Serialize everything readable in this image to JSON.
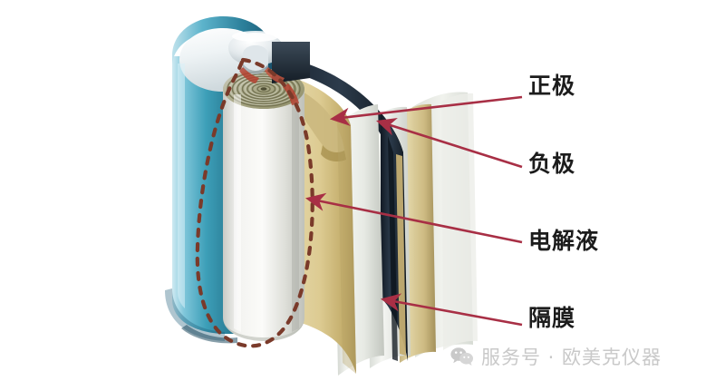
{
  "figure": {
    "kind": "cylindrical lithium-ion battery cutaway diagram",
    "background_color": "#ffffff"
  },
  "labels": [
    {
      "id": "cathode",
      "text": "正极",
      "pointer_target": "tan cathode foil layer"
    },
    {
      "id": "anode",
      "text": "负极",
      "pointer_target": "dark navy anode foil layer"
    },
    {
      "id": "electrolyte",
      "text": "电解液",
      "pointer_target": "dashed ellipse electrolyte region"
    },
    {
      "id": "separator",
      "text": "隔膜",
      "pointer_target": "pale separator film layer"
    }
  ],
  "watermark": {
    "icon": "wechat-icon",
    "text": "服务号 · 欧美克仪器",
    "color": "#c9c9c9"
  },
  "colors": {
    "casing_blue_light": "#8fd3e2",
    "casing_blue_mid": "#3d9fb8",
    "casing_blue_dark": "#1f6b86",
    "cap_silver": "#e9eef0",
    "jellyroll_white": "#e3e3de",
    "spiral_olive": "#8d8c66",
    "cathode_tan": "#d9c78d",
    "cathode_tan_dark": "#b9a464",
    "separator_pale": "#e5e8e2",
    "anode_navy": "#242f3c",
    "pointer_red": "#b3334a",
    "dashed_ellipse": "#7a3a2a",
    "label_text": "#1c1c1c"
  }
}
